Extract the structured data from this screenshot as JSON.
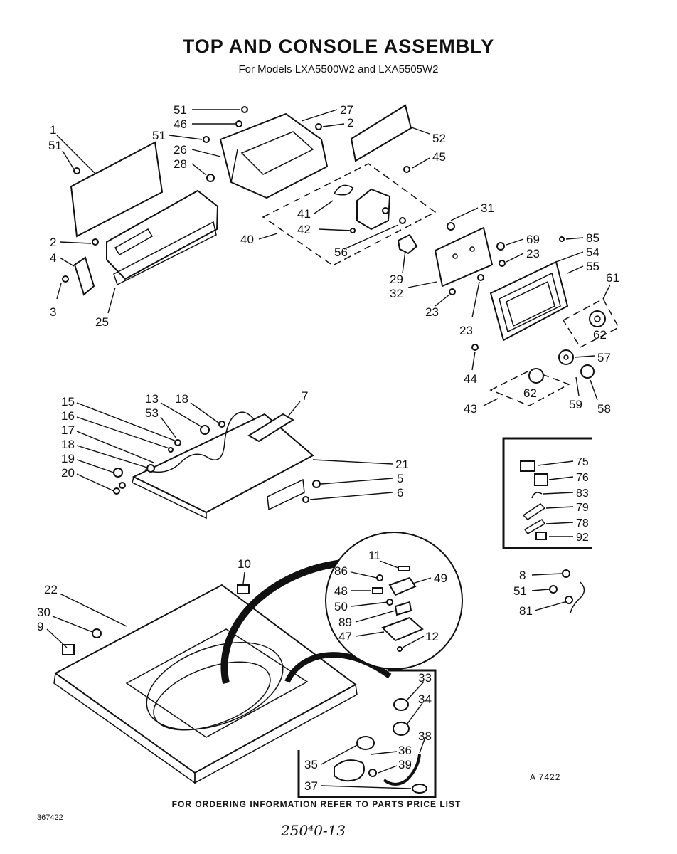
{
  "header": {
    "title": "TOP AND CONSOLE ASSEMBLY",
    "subtitle": "For Models LXA5500W2 and LXA5505W2"
  },
  "footer": {
    "ordering_note": "FOR ORDERING INFORMATION REFER TO PARTS PRICE LIST",
    "doc_number": "367422",
    "figure_ref": "A 7422",
    "handwritten_note": "250⁴0-13"
  },
  "callouts": [
    {
      "id": "c-1",
      "label": "1"
    },
    {
      "id": "c-51a",
      "label": "51"
    },
    {
      "id": "c-51b",
      "label": "51"
    },
    {
      "id": "c-46",
      "label": "46"
    },
    {
      "id": "c-51c",
      "label": "51"
    },
    {
      "id": "c-26",
      "label": "26"
    },
    {
      "id": "c-28",
      "label": "28"
    },
    {
      "id": "c-27",
      "label": "27"
    },
    {
      "id": "c-2a",
      "label": "2"
    },
    {
      "id": "c-52",
      "label": "52"
    },
    {
      "id": "c-45",
      "label": "45"
    },
    {
      "id": "c-31",
      "label": "31"
    },
    {
      "id": "c-41",
      "label": "41"
    },
    {
      "id": "c-42",
      "label": "42"
    },
    {
      "id": "c-40",
      "label": "40"
    },
    {
      "id": "c-56",
      "label": "56"
    },
    {
      "id": "c-69",
      "label": "69"
    },
    {
      "id": "c-85",
      "label": "85"
    },
    {
      "id": "c-54",
      "label": "54"
    },
    {
      "id": "c-23a",
      "label": "23"
    },
    {
      "id": "c-55",
      "label": "55"
    },
    {
      "id": "c-61",
      "label": "61"
    },
    {
      "id": "c-29",
      "label": "29"
    },
    {
      "id": "c-32",
      "label": "32"
    },
    {
      "id": "c-23b",
      "label": "23"
    },
    {
      "id": "c-23c",
      "label": "23"
    },
    {
      "id": "c-62a",
      "label": "62"
    },
    {
      "id": "c-57",
      "label": "57"
    },
    {
      "id": "c-44",
      "label": "44"
    },
    {
      "id": "c-62b",
      "label": "62"
    },
    {
      "id": "c-43",
      "label": "43"
    },
    {
      "id": "c-59",
      "label": "59"
    },
    {
      "id": "c-58",
      "label": "58"
    },
    {
      "id": "c-2b",
      "label": "2"
    },
    {
      "id": "c-4",
      "label": "4"
    },
    {
      "id": "c-3",
      "label": "3"
    },
    {
      "id": "c-25",
      "label": "25"
    },
    {
      "id": "c-15",
      "label": "15"
    },
    {
      "id": "c-16",
      "label": "16"
    },
    {
      "id": "c-17",
      "label": "17"
    },
    {
      "id": "c-18a",
      "label": "18"
    },
    {
      "id": "c-19",
      "label": "19"
    },
    {
      "id": "c-20",
      "label": "20"
    },
    {
      "id": "c-13",
      "label": "13"
    },
    {
      "id": "c-53",
      "label": "53"
    },
    {
      "id": "c-18b",
      "label": "18"
    },
    {
      "id": "c-7",
      "label": "7"
    },
    {
      "id": "c-21",
      "label": "21"
    },
    {
      "id": "c-5",
      "label": "5"
    },
    {
      "id": "c-6",
      "label": "6"
    },
    {
      "id": "c-75",
      "label": "75"
    },
    {
      "id": "c-76",
      "label": "76"
    },
    {
      "id": "c-83",
      "label": "83"
    },
    {
      "id": "c-79",
      "label": "79"
    },
    {
      "id": "c-78",
      "label": "78"
    },
    {
      "id": "c-92",
      "label": "92"
    },
    {
      "id": "c-8",
      "label": "8"
    },
    {
      "id": "c-51d",
      "label": "51"
    },
    {
      "id": "c-81",
      "label": "81"
    },
    {
      "id": "c-10",
      "label": "10"
    },
    {
      "id": "c-22",
      "label": "22"
    },
    {
      "id": "c-30",
      "label": "30"
    },
    {
      "id": "c-9",
      "label": "9"
    },
    {
      "id": "c-11",
      "label": "11"
    },
    {
      "id": "c-86",
      "label": "86"
    },
    {
      "id": "c-49",
      "label": "49"
    },
    {
      "id": "c-48",
      "label": "48"
    },
    {
      "id": "c-50",
      "label": "50"
    },
    {
      "id": "c-89",
      "label": "89"
    },
    {
      "id": "c-47",
      "label": "47"
    },
    {
      "id": "c-12",
      "label": "12"
    },
    {
      "id": "c-33",
      "label": "33"
    },
    {
      "id": "c-34",
      "label": "34"
    },
    {
      "id": "c-38",
      "label": "38"
    },
    {
      "id": "c-35",
      "label": "35"
    },
    {
      "id": "c-36",
      "label": "36"
    },
    {
      "id": "c-39",
      "label": "39"
    },
    {
      "id": "c-37",
      "label": "37"
    }
  ]
}
